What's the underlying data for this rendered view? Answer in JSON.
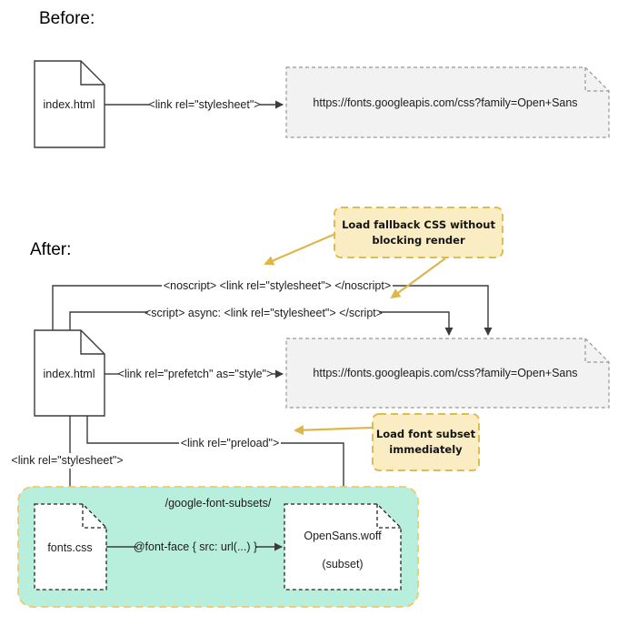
{
  "headings": {
    "before": "Before:",
    "after": "After:"
  },
  "before": {
    "file_label": "index.html",
    "stylesheet_link": "<link rel=\"stylesheet\">",
    "fonts_url": "https://fonts.googleapis.com/css?family=Open+Sans"
  },
  "after": {
    "file_label": "index.html",
    "noscript_line": "<noscript> <link rel=\"stylesheet\"> </noscript>",
    "script_line": "<script> async: <link rel=\"stylesheet\"> </script>",
    "prefetch_line": "<link rel=\"prefetch\" as=\"style\">",
    "preload_line": "<link rel=\"preload\">",
    "stylesheet_line": "<link rel=\"stylesheet\">",
    "fonts_url": "https://fonts.googleapis.com/css?family=Open+Sans"
  },
  "notes": {
    "fallback": {
      "line1": "Load fallback CSS without",
      "line2": "blocking render"
    },
    "subset": {
      "line1": "Load font subset",
      "line2": "immediately"
    }
  },
  "subset_folder": {
    "title": "/google-font-subsets/",
    "fonts_css": "fonts.css",
    "fontface": "@font-face { src: url(...) }",
    "woff": "OpenSans.woff",
    "woff_note": "(subset)"
  },
  "colors": {
    "line": "#3b3b3b",
    "gray_box_fill": "#f2f2f2",
    "gray_box_border": "#999999",
    "note_fill": "#faedc3",
    "note_border": "#e0bc50",
    "yellow_arrow": "#ddb74a",
    "green_fill": "#b8eedc",
    "green_border": "#f2c86b",
    "doc_fill": "#ffffff"
  }
}
